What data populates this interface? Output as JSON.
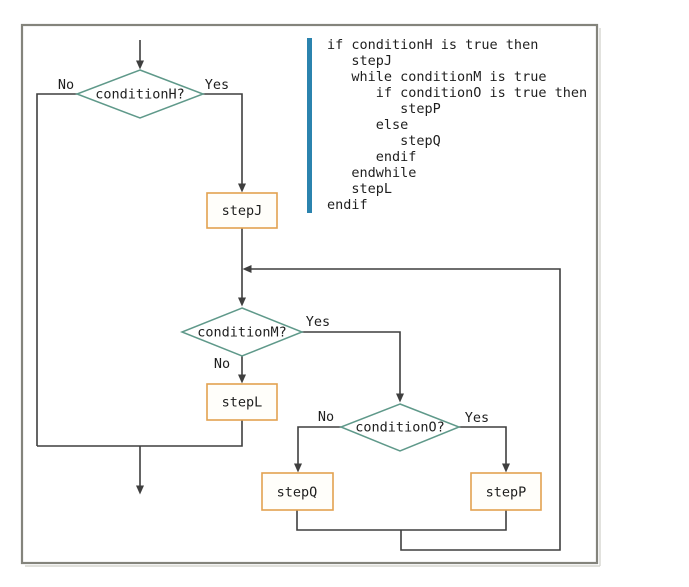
{
  "pseudocode": {
    "lines": [
      "if conditionH is true then",
      "   stepJ",
      "   while conditionM is true",
      "      if conditionO is true then",
      "         stepP",
      "      else",
      "         stepQ",
      "      endif",
      "   endwhile",
      "   stepL",
      "endif"
    ]
  },
  "flowchart": {
    "decisions": {
      "condition_h": "conditionH?",
      "condition_m": "conditionM?",
      "condition_o": "conditionO?"
    },
    "processes": {
      "step_j": "stepJ",
      "step_l": "stepL",
      "step_q": "stepQ",
      "step_p": "stepP"
    },
    "branch_labels": {
      "h_no": "No",
      "h_yes": "Yes",
      "m_yes": "Yes",
      "m_no": "No",
      "o_no": "No",
      "o_yes": "Yes"
    }
  },
  "colors": {
    "decision_stroke": "#5f998a",
    "process_stroke": "#e2a150",
    "connector": "#3f3f3f",
    "accent_bar": "#2b83ae",
    "figure_border": "#84847c",
    "text": "#1e1e1e"
  }
}
